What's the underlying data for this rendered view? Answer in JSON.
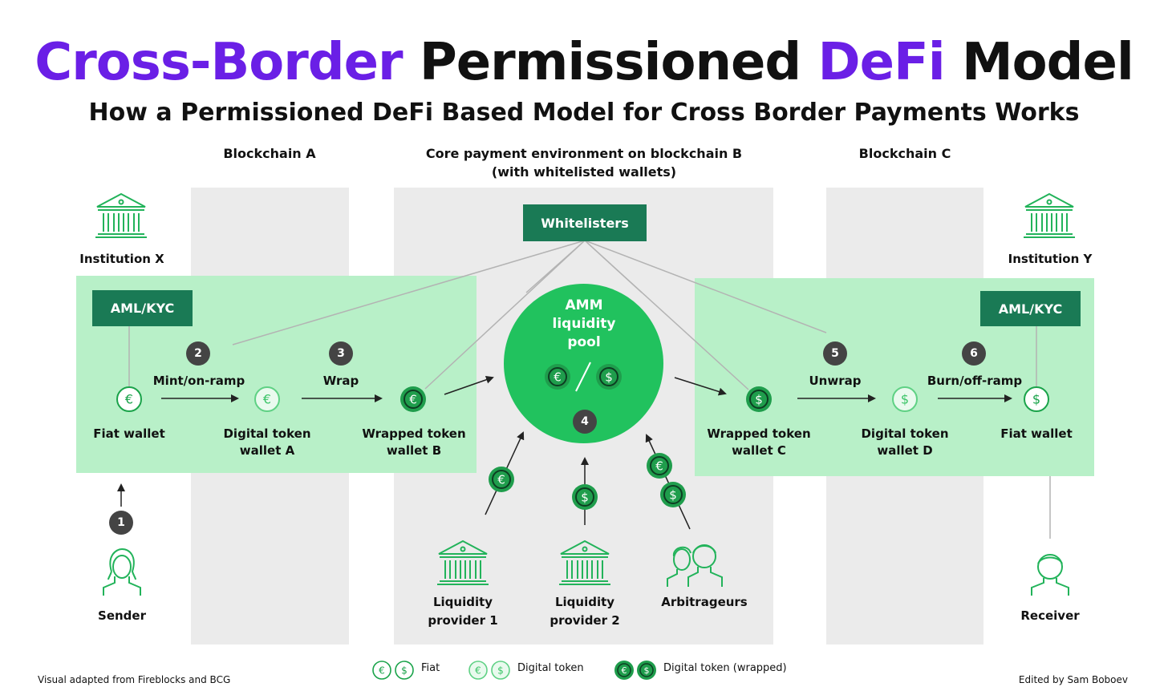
{
  "title": {
    "part1": "Cross-Border",
    "part2": "Permissioned",
    "part3": "DeFi",
    "part4": "Model"
  },
  "subtitle": "How a Permissioned DeFi Based Model for Cross Border Payments Works",
  "headers": {
    "blockchain_a": "Blockchain A",
    "core_line1": "Core payment environment on blockchain B",
    "core_line2": "(with whitelisted wallets)",
    "blockchain_c": "Blockchain C"
  },
  "whitelisters": "Whitelisters",
  "institution_x": "Institution X",
  "institution_y": "Institution Y",
  "aml_left": "AML/KYC",
  "aml_right": "AML/KYC",
  "pool": {
    "line1": "AMM",
    "line2": "liquidity",
    "line3": "pool"
  },
  "steps": {
    "s1": "1",
    "s2": "2",
    "s3": "3",
    "s4": "4",
    "s5": "5",
    "s6": "6"
  },
  "step_labels": {
    "mint": "Mint/on-ramp",
    "wrap": "Wrap",
    "unwrap": "Unwrap",
    "burn": "Burn/off-ramp"
  },
  "wallets": {
    "fiat_left": "Fiat wallet",
    "digital_a_1": "Digital token",
    "digital_a_2": "wallet A",
    "wrapped_b_1": "Wrapped token",
    "wrapped_b_2": "wallet B",
    "wrapped_c_1": "Wrapped token",
    "wrapped_c_2": "wallet C",
    "digital_d_1": "Digital token",
    "digital_d_2": "wallet D",
    "fiat_right": "Fiat wallet"
  },
  "actors": {
    "sender": "Sender",
    "receiver": "Receiver",
    "lp1_1": "Liquidity",
    "lp1_2": "provider 1",
    "lp2_1": "Liquidity",
    "lp2_2": "provider 2",
    "arbitrageurs": "Arbitrageurs"
  },
  "legend": {
    "fiat": "Fiat",
    "digital": "Digital token",
    "wrapped": "Digital token (wrapped)"
  },
  "footer": {
    "left": "Visual adapted from Fireblocks and BCG",
    "right": "Edited by Sam Boboev"
  },
  "colors": {
    "purple": "#6a1fe6",
    "dark_green": "#1a7a55",
    "panel_green": "#b8f0c8",
    "pool_green": "#21c25e",
    "icon_green": "#22b35a",
    "column_gray": "#ebebeb",
    "step_gray": "#444444"
  },
  "icons": {
    "institution": "bank-building-icon",
    "euro": "euro-coin-icon",
    "dollar": "dollar-coin-icon",
    "person": "person-icon",
    "people": "people-icon"
  }
}
